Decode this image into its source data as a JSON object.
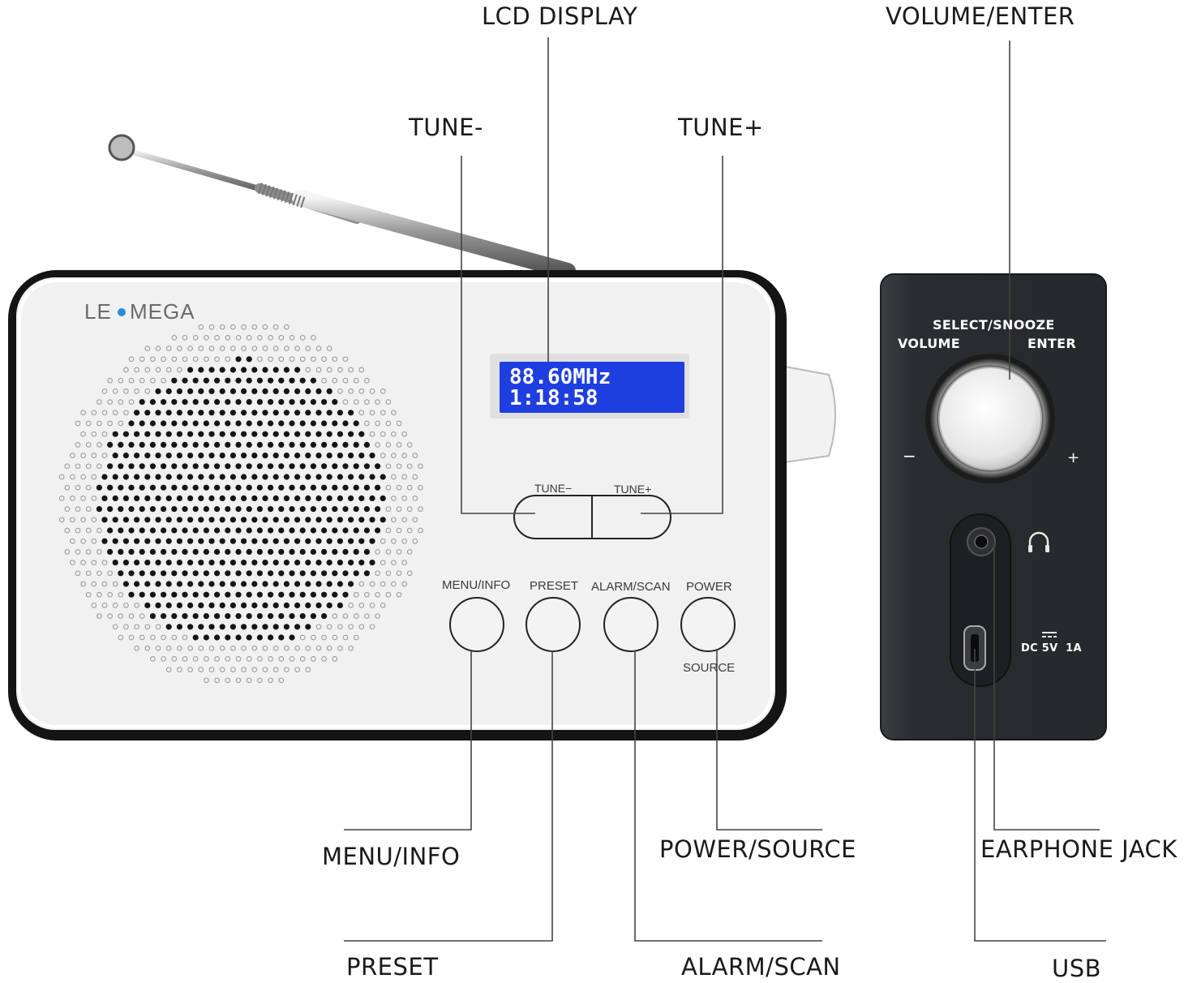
{
  "colors": {
    "lcd_background": "#1f3ee0",
    "radio_body": "#f1f1f1",
    "radio_bezel": "#141414",
    "side_panel": "#2b2d31",
    "brand_dot": "#2a8fd6",
    "leader_line": "#444444"
  },
  "radio": {
    "brand_left": "LE",
    "brand_right": "MEGA",
    "lcd": {
      "line1": "88.60MHz",
      "line2": "1:18:58"
    },
    "tune_minus_label": "TUNE−",
    "tune_plus_label": "TUNE+",
    "buttons": [
      {
        "label": "MENU/INFO"
      },
      {
        "label": "PRESET"
      },
      {
        "label": "ALARM/SCAN"
      },
      {
        "label": "POWER"
      }
    ],
    "source_label": "SOURCE"
  },
  "side_panel": {
    "select_snooze": "SELECT/SNOOZE",
    "volume": "VOLUME",
    "enter": "ENTER",
    "minus": "−",
    "plus": "+",
    "dc_rating": "DC 5V  1A",
    "icons": [
      "knob-icon",
      "headphone-icon",
      "earphone-jack-icon",
      "usb-port-icon",
      "dc-symbol-icon"
    ]
  },
  "callouts": {
    "lcd_display": "LCD DISPLAY",
    "volume_enter": "VOLUME/ENTER",
    "tune_minus": "TUNE-",
    "tune_plus": "TUNE+",
    "menu_info": "MENU/INFO",
    "power_source": "POWER/SOURCE",
    "earphone_jack": "EARPHONE JACK",
    "preset": "PRESET",
    "alarm_scan": "ALARM/SCAN",
    "usb": "USB"
  }
}
